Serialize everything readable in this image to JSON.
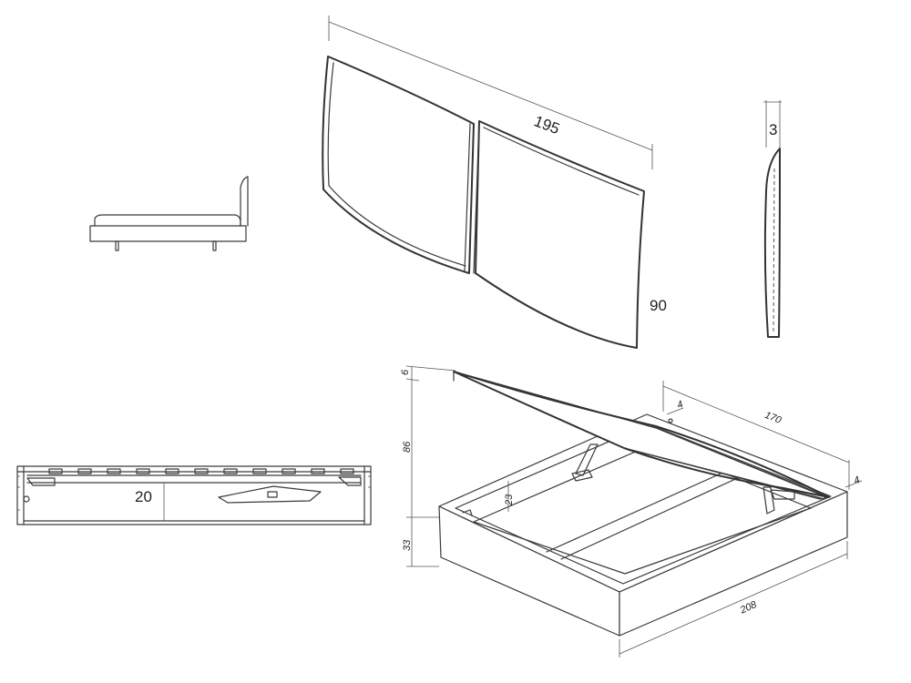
{
  "headboard": {
    "width_label": "195",
    "height_label": "90",
    "thickness_label": "3"
  },
  "side_section": {
    "height_label": "20"
  },
  "storage_base": {
    "lid_thickness_label": "6",
    "open_height_label": "86",
    "base_height_label": "33",
    "inner_depth_label": "23",
    "width_label": "170",
    "length_label": "208",
    "gap_label_a": "4",
    "gap_label_b": "4"
  }
}
